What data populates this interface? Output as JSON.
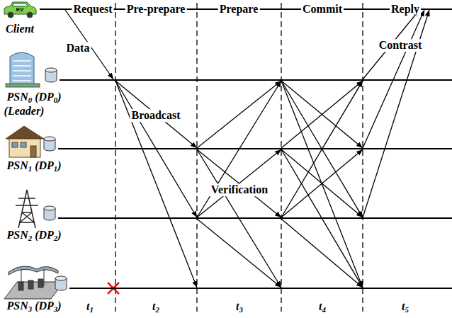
{
  "diagram": {
    "nodes": [
      {
        "text": [
          "Client"
        ]
      },
      {
        "text": [
          "PSN0 (DP0)",
          "(Leader)"
        ]
      },
      {
        "text": [
          "PSN1 (DP1)"
        ]
      },
      {
        "text": [
          "PSN2 (DP2)"
        ]
      },
      {
        "text": [
          "PSN3 (DP3)"
        ]
      }
    ],
    "edges": [
      {
        "from": 0,
        "to": 1,
        "arrow": "to"
      },
      {
        "from": 1,
        "to": 2,
        "arrow": "to"
      },
      {
        "from": 1,
        "to": 3,
        "arrow": "to"
      },
      {
        "from": 1,
        "to": 4,
        "arrow": "to"
      },
      {
        "from": 2,
        "to": 1,
        "arrow": "to"
      },
      {
        "from": 2,
        "to": 3,
        "arrow": "to"
      },
      {
        "from": 2,
        "to": 4,
        "arrow": "to"
      },
      {
        "from": 3,
        "to": 1,
        "arrow": "to"
      },
      {
        "from": 3,
        "to": 2,
        "arrow": "to"
      },
      {
        "from": 3,
        "to": 4,
        "arrow": "to"
      },
      {
        "from": 1,
        "to": 2,
        "arrow": "to"
      },
      {
        "from": 1,
        "to": 3,
        "arrow": "to"
      },
      {
        "from": 1,
        "to": 4,
        "arrow": "to"
      },
      {
        "from": 2,
        "to": 1,
        "arrow": "to"
      },
      {
        "from": 2,
        "to": 3,
        "arrow": "to"
      },
      {
        "from": 2,
        "to": 4,
        "arrow": "to"
      },
      {
        "from": 3,
        "to": 1,
        "arrow": "to"
      },
      {
        "from": 3,
        "to": 2,
        "arrow": "to"
      },
      {
        "from": 3,
        "to": 4,
        "arrow": "to"
      },
      {
        "from": 1,
        "to": 0,
        "arrow": "to"
      },
      {
        "from": 2,
        "to": 0,
        "arrow": "to"
      },
      {
        "from": 3,
        "to": 0,
        "arrow": "to"
      }
    ],
    "labels": [
      "Request",
      "Pre-prepare",
      "Prepare",
      "Commit",
      "Reply",
      "Data",
      "Broadcast",
      "Verification",
      "Contrast",
      "t1",
      "t2",
      "t3",
      "t4",
      "t5",
      "EV"
    ]
  }
}
